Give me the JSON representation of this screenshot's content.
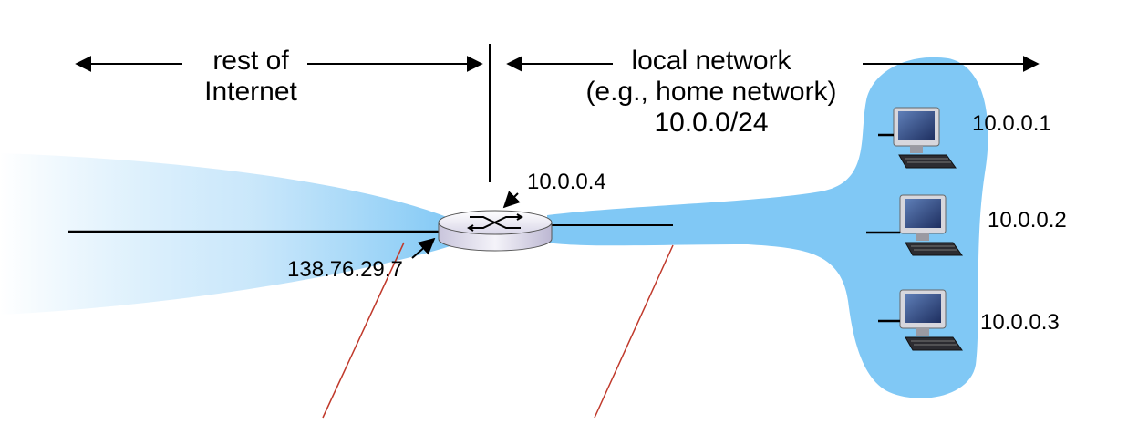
{
  "header": {
    "rest_line1": "rest of",
    "rest_line2": "Internet",
    "local_line1": "local network",
    "local_line2": "(e.g., home network)",
    "local_line3": "10.0.0/24"
  },
  "router": {
    "inside_ip": "10.0.0.4",
    "outside_ip": "138.76.29.7"
  },
  "hosts": [
    {
      "ip": "10.0.0.1"
    },
    {
      "ip": "10.0.0.2"
    },
    {
      "ip": "10.0.0.3"
    }
  ],
  "colors": {
    "network_fill": "#80c8f5",
    "annotation_line": "#c0392b"
  }
}
